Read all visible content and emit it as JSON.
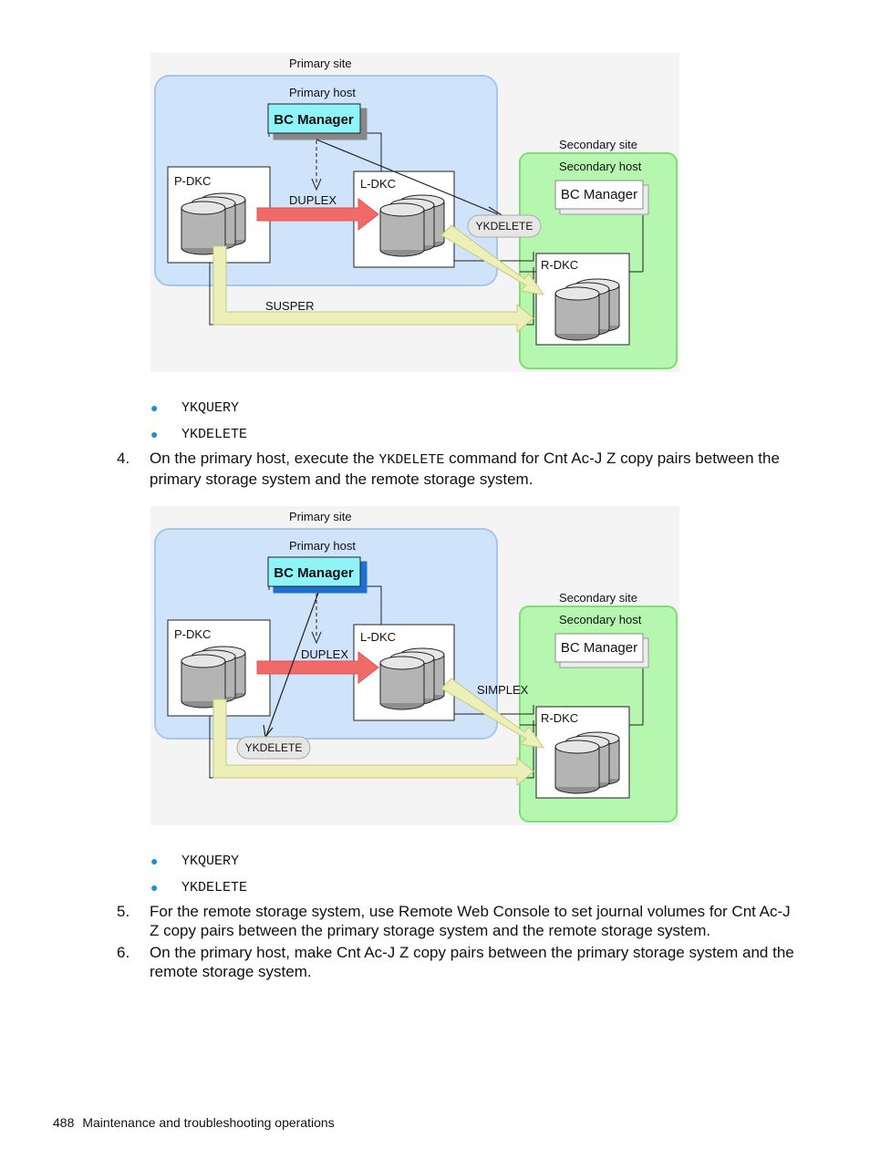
{
  "figure1": {
    "primary_site": "Primary site",
    "primary_host": "Primary host",
    "bc_manager_primary": "BC Manager",
    "secondary_site": "Secondary site",
    "secondary_host": "Secondary host",
    "bc_manager_secondary": "BC Manager",
    "pdkc": "P-DKC",
    "ldkc": "L-DKC",
    "rdkc": "R-DKC",
    "duplex": "DUPLEX",
    "ykdelete_bubble": "YKDELETE",
    "susper": "SUSPER"
  },
  "bullets1": [
    "YKQUERY",
    "YKDELETE"
  ],
  "step4": {
    "number": "4.",
    "text_before": "On the primary host, execute the ",
    "command": "YKDELETE",
    "text_after": " command for Cnt Ac-J Z copy pairs between the primary storage system and the remote storage system."
  },
  "figure2": {
    "primary_site": "Primary site",
    "primary_host": "Primary host",
    "bc_manager_primary": "BC Manager",
    "secondary_site": "Secondary site",
    "secondary_host": "Secondary host",
    "bc_manager_secondary": "BC Manager",
    "pdkc": "P-DKC",
    "ldkc": "L-DKC",
    "rdkc": "R-DKC",
    "duplex": "DUPLEX",
    "simplex": "SIMPLEX",
    "ykdelete_bubble": "YKDELETE"
  },
  "bullets2": [
    "YKQUERY",
    "YKDELETE"
  ],
  "step5": {
    "number": "5.",
    "text": "For the remote storage system, use Remote Web Console to set journal volumes for Cnt Ac-J Z copy pairs between the primary storage system and the remote storage system."
  },
  "step6": {
    "number": "6.",
    "text": "On the primary host, make Cnt Ac-J Z copy pairs between the primary storage system and the remote storage system."
  },
  "footer": {
    "page_number": "488",
    "section": "Maintenance and troubleshooting operations"
  },
  "colors": {
    "primary_site_fill": "#cfe3fb",
    "secondary_site_fill": "#b6f7b0",
    "bc_manager_primary_fill": "#8ff4f8",
    "copy_arrow": "#f06a6a",
    "pair_arrow": "#ecefb8",
    "bullet": "#1a8fd6"
  }
}
